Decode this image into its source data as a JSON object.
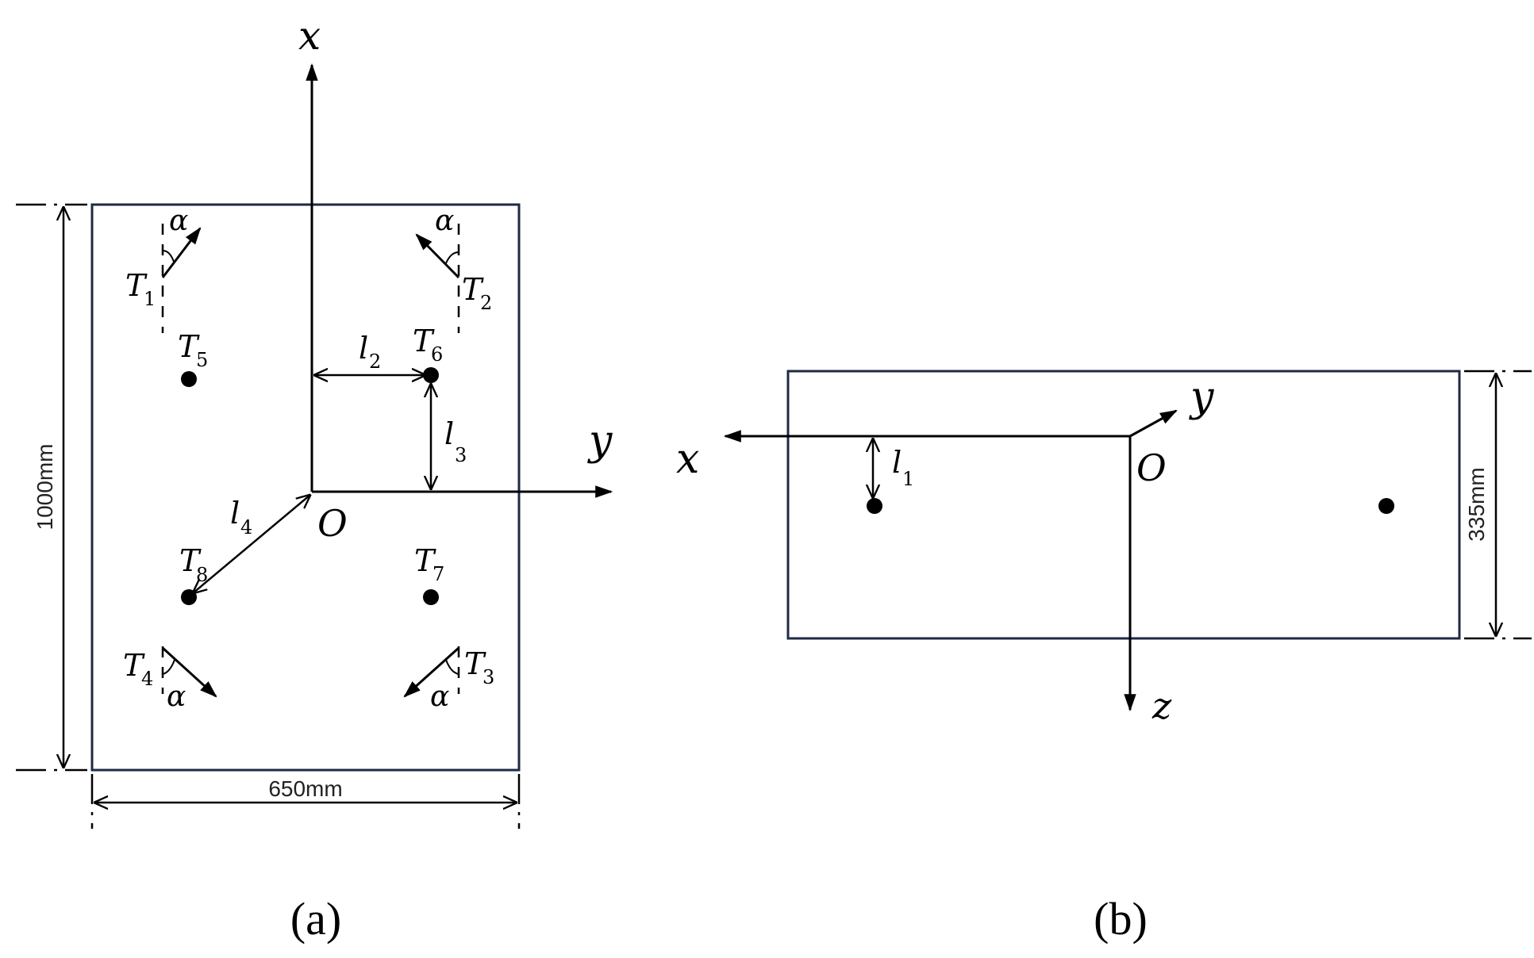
{
  "panel_a": {
    "axis_x": "x",
    "axis_y": "y",
    "origin": "O",
    "thrusters": {
      "t1": {
        "sym": "T",
        "sub": "1"
      },
      "t2": {
        "sym": "T",
        "sub": "2"
      },
      "t3": {
        "sym": "T",
        "sub": "3"
      },
      "t4": {
        "sym": "T",
        "sub": "4"
      },
      "t5": {
        "sym": "T",
        "sub": "5"
      },
      "t6": {
        "sym": "T",
        "sub": "6"
      },
      "t7": {
        "sym": "T",
        "sub": "7"
      },
      "t8": {
        "sym": "T",
        "sub": "8"
      }
    },
    "angle_label": "α",
    "l2": {
      "sym": "l",
      "sub": "2"
    },
    "l3": {
      "sym": "l",
      "sub": "3"
    },
    "l4": {
      "sym": "l",
      "sub": "4"
    },
    "height_label": "1000mm",
    "width_label": "650mm",
    "caption": "(a)"
  },
  "panel_b": {
    "axis_x": "x",
    "axis_y": "y",
    "axis_z": "z",
    "origin": "O",
    "l1": {
      "sym": "l",
      "sub": "1"
    },
    "height_label": "335mm",
    "caption": "(b)"
  },
  "colors": {
    "frame": "#1f2a44",
    "ink": "#000000"
  }
}
